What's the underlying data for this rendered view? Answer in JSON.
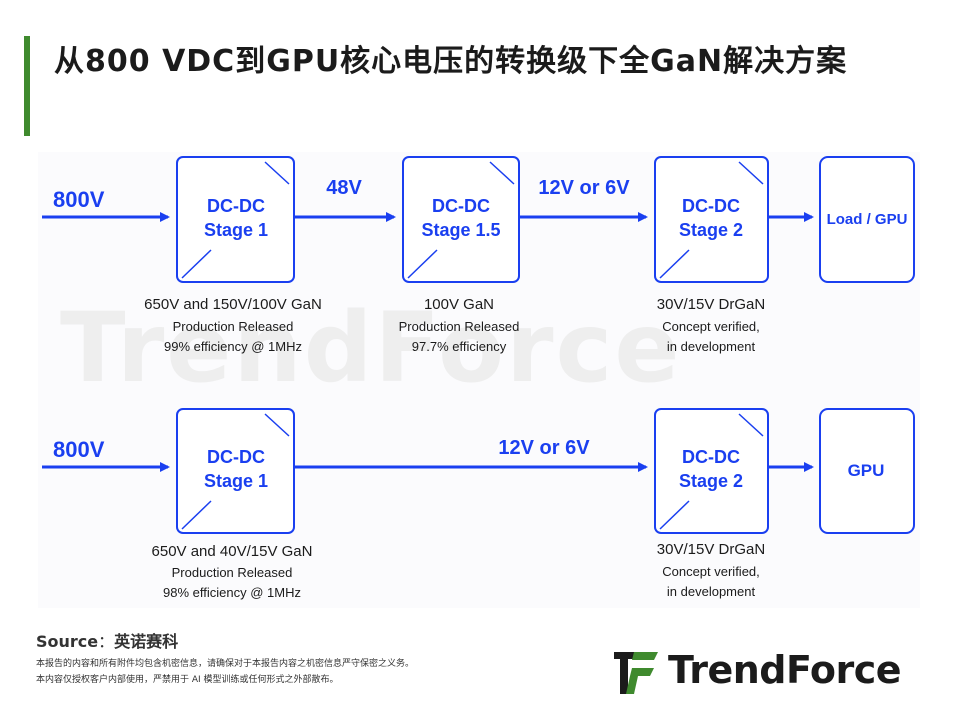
{
  "title": "从800 VDC到GPU核心电压的转换级下全GaN解决方案",
  "watermark": "TrendForce",
  "row1": {
    "input": "800V",
    "stage1": {
      "line1": "DC-DC",
      "line2": "Stage 1",
      "note1": "650V and 150V/100V GaN",
      "note2": "Production Released",
      "note3": "99% efficiency @ 1MHz"
    },
    "link1": "48V",
    "stage15": {
      "line1": "DC-DC",
      "line2": "Stage 1.5",
      "note1": "100V GaN",
      "note2": "Production Released",
      "note3": "97.7% efficiency"
    },
    "link2": "12V or 6V",
    "stage2": {
      "line1": "DC-DC",
      "line2": "Stage 2",
      "note1": "30V/15V DrGaN",
      "note2": "Concept verified,",
      "note3": "in development"
    },
    "load": "Load / GPU"
  },
  "row2": {
    "input": "800V",
    "stage1": {
      "line1": "DC-DC",
      "line2": "Stage 1",
      "note1": "650V and 40V/15V GaN",
      "note2": "Production Released",
      "note3": "98% efficiency @ 1MHz"
    },
    "link1": "12V or 6V",
    "stage2": {
      "line1": "DC-DC",
      "line2": "Stage 2",
      "note1": "30V/15V DrGaN",
      "note2": "Concept verified,",
      "note3": "in development"
    },
    "load": "GPU"
  },
  "source": {
    "label": "Source",
    "colon": "：",
    "value": "英诺赛科"
  },
  "disclaimer": {
    "line1": "本报告的内容和所有附件均包含机密信息，请确保对于本报告内容之机密信息严守保密之义务。",
    "line2": "本内容仅授权客户内部使用，严禁用于 AI 模型训练或任何形式之外部散布。"
  },
  "logo": {
    "text": "TrendForce"
  },
  "colors": {
    "accent": "#1a3ff0",
    "title_bar": "#3f8a2e",
    "logo_green": "#3f8a2e"
  }
}
